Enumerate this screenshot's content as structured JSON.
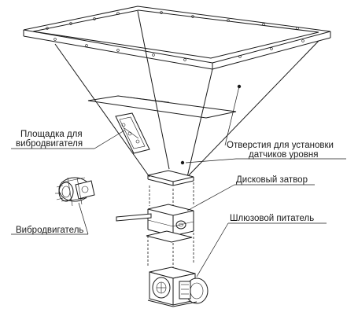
{
  "labels": {
    "vibro_platform_line1": "Площадка для",
    "vibro_platform_line2": "вибродвигателя",
    "sensor_holes_line1": "Отверстия для установки",
    "sensor_holes_line2": "датчиков уровня",
    "disc_gate": "Дисковый затвор",
    "vibro_motor": "Вибродвигатель",
    "airlock_feeder": "Шлюзовой питатель"
  }
}
